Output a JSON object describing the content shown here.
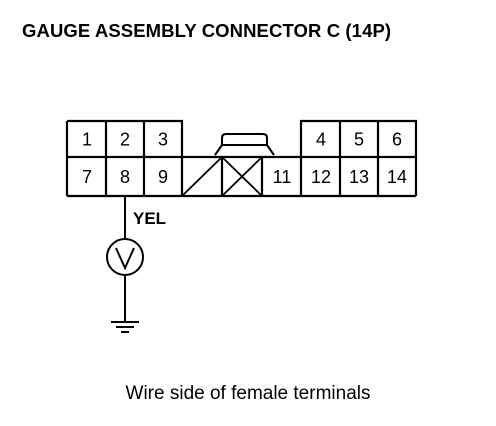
{
  "title": "GAUGE ASSEMBLY CONNECTOR C (14P)",
  "caption": "Wire side of female terminals",
  "connector": {
    "terminals": [
      "1",
      "2",
      "3",
      "4",
      "5",
      "6",
      "7",
      "8",
      "9",
      "11",
      "12",
      "13",
      "14"
    ],
    "blanked_cavities": 2
  },
  "wire": {
    "terminal": "8",
    "color_label": "YEL"
  },
  "meter": {
    "type": "voltmeter"
  }
}
